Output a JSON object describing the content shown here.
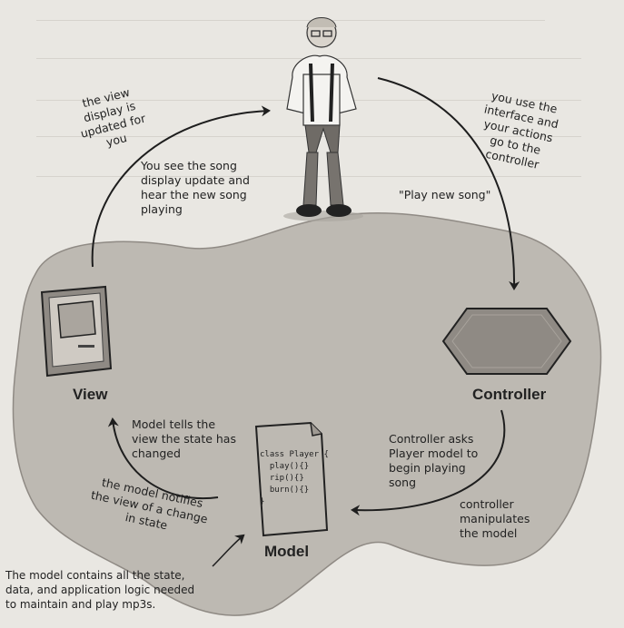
{
  "actors": {
    "view": "View",
    "controller": "Controller",
    "model": "Model"
  },
  "notes": {
    "view_display_updated": "the view\ndisplay is\nupdated for\nyou",
    "see_song_update": "You see the song\ndisplay update and\nhear the new song\nplaying",
    "use_interface": "you use the\ninterface and\nyour actions\ngo to the\ncontroller",
    "play_new_song": "\"Play new song\"",
    "controller_asks": "Controller asks\nPlayer model to\nbegin playing\nsong",
    "controller_manipulates": "controller\nmanipulates\nthe model",
    "model_tells": "Model tells the\nview the state has\nchanged",
    "model_notifies": "the model notifies\nthe view of a change\nin state",
    "model_contains": "The model contains all the state,\ndata, and application logic needed\nto maintain and play mp3s."
  },
  "model_code": "class Player {\n  play(){}\n  rip(){}\n  burn(){}\n}",
  "colors": {
    "paper": "#e9e7e2",
    "blob": "#bdb9b2",
    "ink": "#1e1e1e",
    "view_screen": "#aaa59e",
    "controller_fill": "#8f8a84"
  },
  "icons": [
    "person-figure-icon",
    "monitor-icon",
    "hexagon-controller-icon",
    "document-model-icon"
  ]
}
